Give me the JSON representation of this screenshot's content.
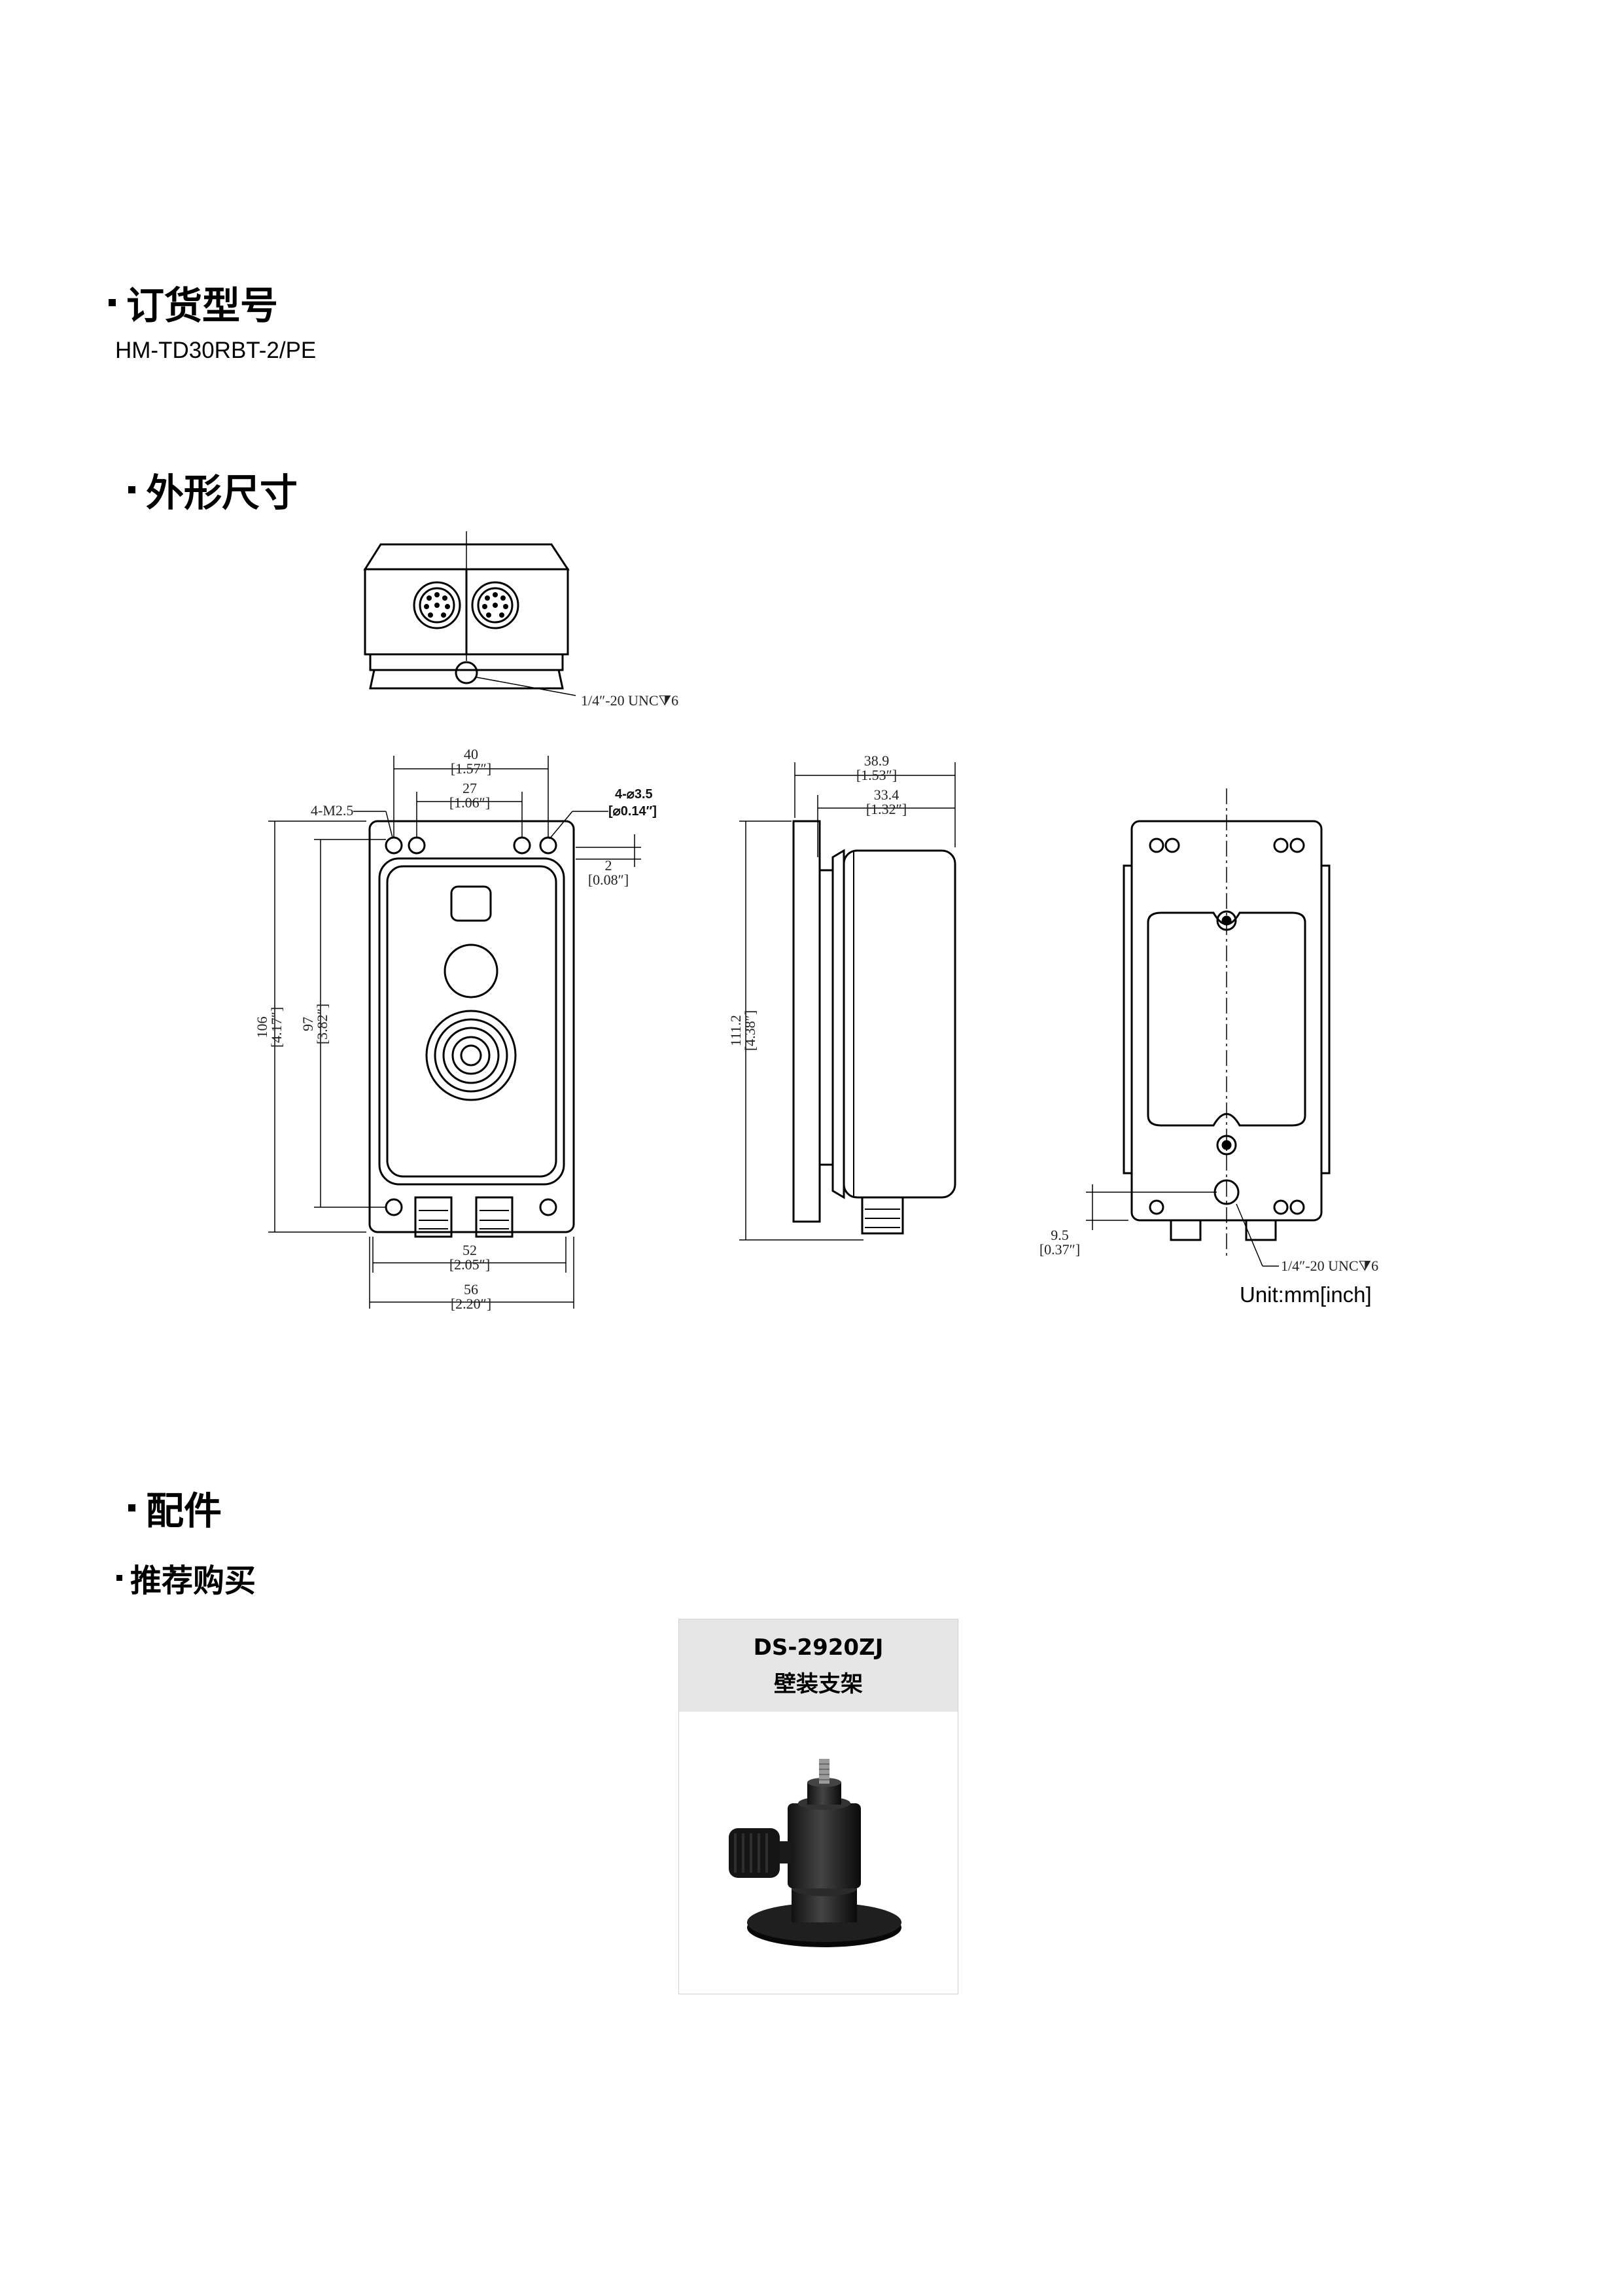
{
  "sections": {
    "ordering": {
      "title": "订货型号",
      "model": "HM-TD30RBT-2/PE"
    },
    "dimensions": {
      "title": "外形尺寸",
      "labels": {
        "thread_top": "1/4″-20 UNC⧩6",
        "thread_back": "1/4″-20 UNC⧩6",
        "m25": "4-M2.5",
        "hole": "4-⌀3.5",
        "hole_in": "[⌀0.14″]",
        "d40": "40",
        "d40_in": "[1.57″]",
        "d27": "27",
        "d27_in": "[1.06″]",
        "d2": "2",
        "d2_in": "[0.08″]",
        "d106": "106",
        "d106_in": "[4.17″]",
        "d97": "97",
        "d97_in": "[3.82″]",
        "d52": "52",
        "d52_in": "[2.05″]",
        "d56": "56",
        "d56_in": "[2.20″]",
        "d389": "38.9",
        "d389_in": "[1.53″]",
        "d334": "33.4",
        "d334_in": "[1.32″]",
        "d112": "111.2",
        "d112_in": "[4.38″]",
        "d95": "9.5",
        "d95_in": "[0.37″]"
      },
      "unit_label": "Unit:mm[inch]"
    },
    "accessories": {
      "title": "配件"
    },
    "recommended": {
      "title": "推荐购买",
      "item": {
        "model": "DS-2920ZJ",
        "name": "壁装支架",
        "image_icon": "wall-mount-bracket-icon"
      }
    }
  }
}
